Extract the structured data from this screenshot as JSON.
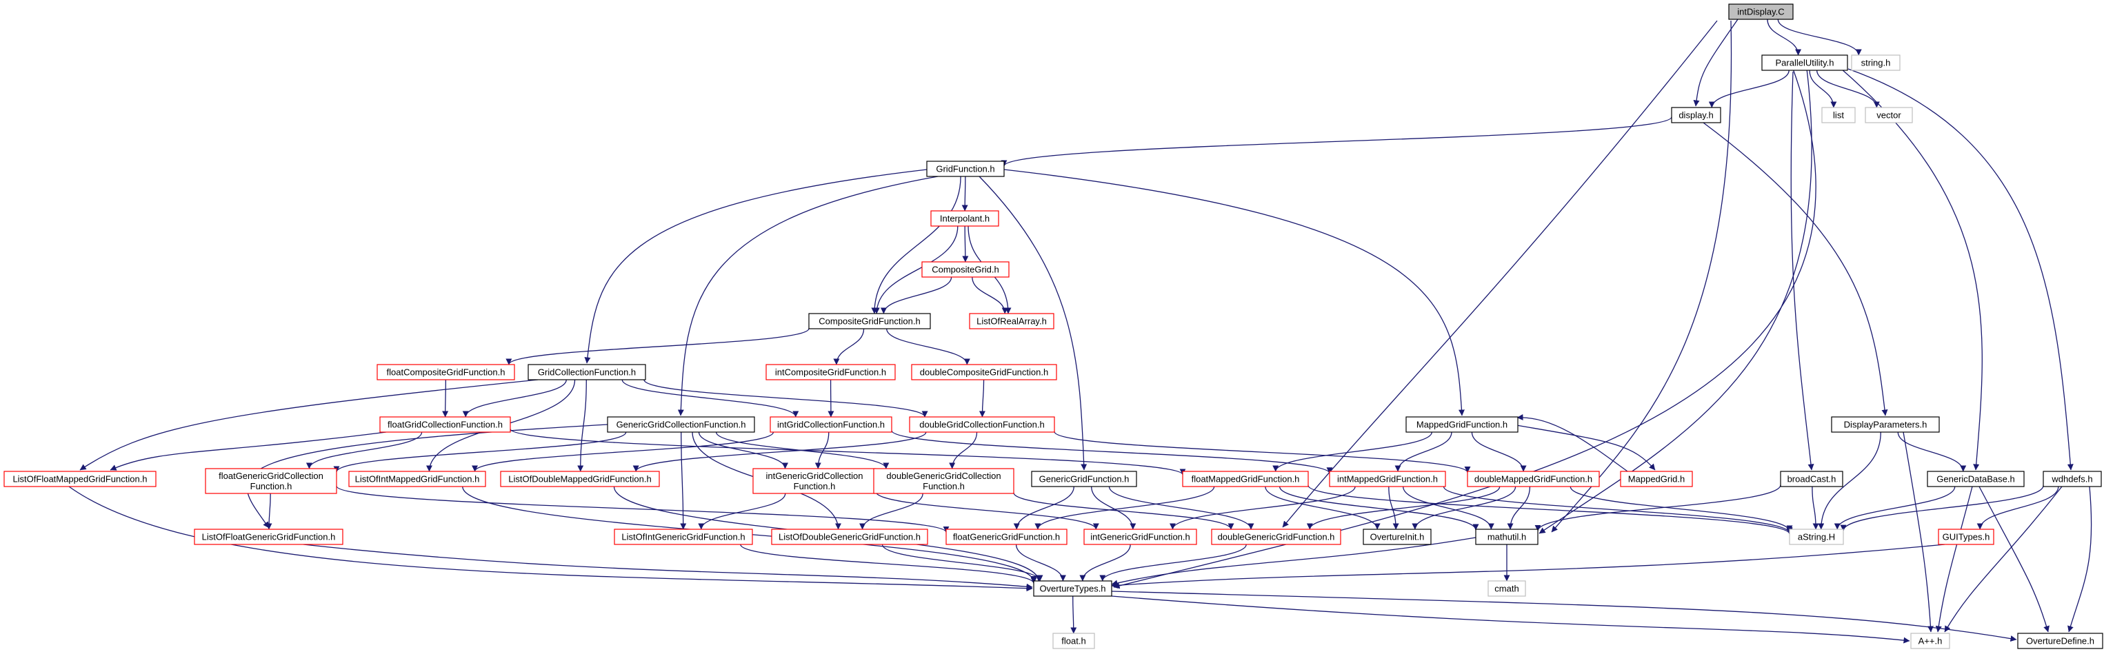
{
  "colors": {
    "edge": "#191970",
    "node_plain_border": "#000000",
    "node_red_border": "#ff0000",
    "node_gray_border": "#bfbfbf",
    "node_root_fill": "#bfbfbf",
    "node_fill": "#ffffff",
    "text": "#000000"
  },
  "nodes": [
    {
      "id": "intDisplay",
      "lines": [
        "intDisplay.C"
      ],
      "style": "root"
    },
    {
      "id": "ParallelUtility",
      "lines": [
        "ParallelUtility.h"
      ],
      "style": "plain"
    },
    {
      "id": "stringh",
      "lines": [
        "string.h"
      ],
      "style": "gray"
    },
    {
      "id": "displayh",
      "lines": [
        "display.h"
      ],
      "style": "plain"
    },
    {
      "id": "listh",
      "lines": [
        "list"
      ],
      "style": "gray"
    },
    {
      "id": "vectorh",
      "lines": [
        "vector"
      ],
      "style": "gray"
    },
    {
      "id": "GridFunction",
      "lines": [
        "GridFunction.h"
      ],
      "style": "plain"
    },
    {
      "id": "Interpolant",
      "lines": [
        "Interpolant.h"
      ],
      "style": "red"
    },
    {
      "id": "CompositeGrid",
      "lines": [
        "CompositeGrid.h"
      ],
      "style": "red"
    },
    {
      "id": "ListOfRealArray",
      "lines": [
        "ListOfRealArray.h"
      ],
      "style": "red"
    },
    {
      "id": "CompositeGridFunction",
      "lines": [
        "CompositeGridFunction.h"
      ],
      "style": "plain"
    },
    {
      "id": "floatCompositeGridFunction",
      "lines": [
        "floatCompositeGridFunction.h"
      ],
      "style": "red"
    },
    {
      "id": "GridCollectionFunction",
      "lines": [
        "GridCollectionFunction.h"
      ],
      "style": "plain"
    },
    {
      "id": "intCompositeGridFunction",
      "lines": [
        "intCompositeGridFunction.h"
      ],
      "style": "red"
    },
    {
      "id": "doubleCompositeGridFunction",
      "lines": [
        "doubleCompositeGridFunction.h"
      ],
      "style": "red"
    },
    {
      "id": "floatGridCollectionFunction",
      "lines": [
        "floatGridCollectionFunction.h"
      ],
      "style": "red"
    },
    {
      "id": "GenericGridCollectionFunction",
      "lines": [
        "GenericGridCollectionFunction.h"
      ],
      "style": "plain"
    },
    {
      "id": "intGridCollectionFunction",
      "lines": [
        "intGridCollectionFunction.h"
      ],
      "style": "red"
    },
    {
      "id": "doubleGridCollectionFunction",
      "lines": [
        "doubleGridCollectionFunction.h"
      ],
      "style": "red"
    },
    {
      "id": "MappedGridFunction",
      "lines": [
        "MappedGridFunction.h"
      ],
      "style": "plain"
    },
    {
      "id": "DisplayParameters",
      "lines": [
        "DisplayParameters.h"
      ],
      "style": "plain"
    },
    {
      "id": "ListOfFloatMappedGridFunction",
      "lines": [
        "ListOfFloatMappedGridFunction.h"
      ],
      "style": "red"
    },
    {
      "id": "floatGenericGridCollectionFunction",
      "lines": [
        "floatGenericGridCollection",
        "Function.h"
      ],
      "style": "red"
    },
    {
      "id": "ListOfIntMappedGridFunction",
      "lines": [
        "ListOfIntMappedGridFunction.h"
      ],
      "style": "red"
    },
    {
      "id": "ListOfDoubleMappedGridFunction",
      "lines": [
        "ListOfDoubleMappedGridFunction.h"
      ],
      "style": "red"
    },
    {
      "id": "intGenericGridCollectionFunction",
      "lines": [
        "intGenericGridCollection",
        "Function.h"
      ],
      "style": "red"
    },
    {
      "id": "doubleGenericGridCollectionFunction",
      "lines": [
        "doubleGenericGridCollection",
        "Function.h"
      ],
      "style": "red"
    },
    {
      "id": "GenericGridFunction",
      "lines": [
        "GenericGridFunction.h"
      ],
      "style": "plain"
    },
    {
      "id": "floatMappedGridFunction",
      "lines": [
        "floatMappedGridFunction.h"
      ],
      "style": "red"
    },
    {
      "id": "intMappedGridFunction",
      "lines": [
        "intMappedGridFunction.h"
      ],
      "style": "red"
    },
    {
      "id": "doubleMappedGridFunction",
      "lines": [
        "doubleMappedGridFunction.h"
      ],
      "style": "red"
    },
    {
      "id": "MappedGrid",
      "lines": [
        "MappedGrid.h"
      ],
      "style": "red"
    },
    {
      "id": "broadCast",
      "lines": [
        "broadCast.h"
      ],
      "style": "plain"
    },
    {
      "id": "GenericDataBase",
      "lines": [
        "GenericDataBase.h"
      ],
      "style": "plain"
    },
    {
      "id": "wdhdefs",
      "lines": [
        "wdhdefs.h"
      ],
      "style": "plain"
    },
    {
      "id": "ListOfFloatGenericGridFunction",
      "lines": [
        "ListOfFloatGenericGridFunction.h"
      ],
      "style": "red"
    },
    {
      "id": "ListOfIntGenericGridFunction",
      "lines": [
        "ListOfIntGenericGridFunction.h"
      ],
      "style": "red"
    },
    {
      "id": "ListOfDoubleGenericGridFunction",
      "lines": [
        "ListOfDoubleGenericGridFunction.h"
      ],
      "style": "red"
    },
    {
      "id": "floatGenericGridFunction",
      "lines": [
        "floatGenericGridFunction.h"
      ],
      "style": "red"
    },
    {
      "id": "intGenericGridFunction",
      "lines": [
        "intGenericGridFunction.h"
      ],
      "style": "red"
    },
    {
      "id": "doubleGenericGridFunction",
      "lines": [
        "doubleGenericGridFunction.h"
      ],
      "style": "red"
    },
    {
      "id": "OvertureInit",
      "lines": [
        "OvertureInit.h"
      ],
      "style": "plain"
    },
    {
      "id": "mathutil",
      "lines": [
        "mathutil.h"
      ],
      "style": "plain"
    },
    {
      "id": "aString",
      "lines": [
        "aString.H"
      ],
      "style": "gray"
    },
    {
      "id": "GUITypes",
      "lines": [
        "GUITypes.h"
      ],
      "style": "red"
    },
    {
      "id": "cmath",
      "lines": [
        "cmath"
      ],
      "style": "gray"
    },
    {
      "id": "OvertureTypes",
      "lines": [
        "OvertureTypes.h"
      ],
      "style": "plain"
    },
    {
      "id": "floath",
      "lines": [
        "float.h"
      ],
      "style": "gray"
    },
    {
      "id": "Appph",
      "lines": [
        "A++.h"
      ],
      "style": "gray"
    },
    {
      "id": "OvertureDefine",
      "lines": [
        "OvertureDefine.h"
      ],
      "style": "plain"
    }
  ],
  "edges": [
    [
      "intDisplay",
      "ParallelUtility"
    ],
    [
      "intDisplay",
      "stringh"
    ],
    [
      "intDisplay",
      "displayh"
    ],
    [
      "intDisplay",
      "mathutil"
    ],
    [
      "intDisplay",
      "doubleGenericGridFunction"
    ],
    [
      "ParallelUtility",
      "displayh"
    ],
    [
      "ParallelUtility",
      "listh"
    ],
    [
      "ParallelUtility",
      "vectorh"
    ],
    [
      "ParallelUtility",
      "broadCast"
    ],
    [
      "ParallelUtility",
      "GenericDataBase"
    ],
    [
      "ParallelUtility",
      "wdhdefs"
    ],
    [
      "ParallelUtility",
      "OvertureTypes"
    ],
    [
      "ParallelUtility",
      "mathutil"
    ],
    [
      "displayh",
      "GridFunction"
    ],
    [
      "displayh",
      "DisplayParameters"
    ],
    [
      "GridFunction",
      "Interpolant"
    ],
    [
      "GridFunction",
      "CompositeGridFunction"
    ],
    [
      "GridFunction",
      "GridCollectionFunction"
    ],
    [
      "GridFunction",
      "GenericGridCollectionFunction"
    ],
    [
      "GridFunction",
      "GenericGridFunction"
    ],
    [
      "GridFunction",
      "MappedGridFunction"
    ],
    [
      "Interpolant",
      "CompositeGrid"
    ],
    [
      "Interpolant",
      "ListOfRealArray"
    ],
    [
      "Interpolant",
      "CompositeGridFunction"
    ],
    [
      "CompositeGrid",
      "ListOfRealArray"
    ],
    [
      "CompositeGrid",
      "CompositeGridFunction"
    ],
    [
      "CompositeGridFunction",
      "floatCompositeGridFunction"
    ],
    [
      "CompositeGridFunction",
      "intCompositeGridFunction"
    ],
    [
      "CompositeGridFunction",
      "doubleCompositeGridFunction"
    ],
    [
      "floatCompositeGridFunction",
      "floatGridCollectionFunction"
    ],
    [
      "intCompositeGridFunction",
      "intGridCollectionFunction"
    ],
    [
      "doubleCompositeGridFunction",
      "doubleGridCollectionFunction"
    ],
    [
      "GridCollectionFunction",
      "floatGridCollectionFunction"
    ],
    [
      "GridCollectionFunction",
      "intGridCollectionFunction"
    ],
    [
      "GridCollectionFunction",
      "doubleGridCollectionFunction"
    ],
    [
      "GridCollectionFunction",
      "ListOfFloatMappedGridFunction"
    ],
    [
      "GridCollectionFunction",
      "ListOfIntMappedGridFunction"
    ],
    [
      "GridCollectionFunction",
      "ListOfDoubleMappedGridFunction"
    ],
    [
      "floatGridCollectionFunction",
      "ListOfFloatMappedGridFunction"
    ],
    [
      "floatGridCollectionFunction",
      "floatGenericGridCollectionFunction"
    ],
    [
      "floatGridCollectionFunction",
      "floatMappedGridFunction"
    ],
    [
      "intGridCollectionFunction",
      "intGenericGridCollectionFunction"
    ],
    [
      "intGridCollectionFunction",
      "ListOfIntMappedGridFunction"
    ],
    [
      "intGridCollectionFunction",
      "intMappedGridFunction"
    ],
    [
      "doubleGridCollectionFunction",
      "doubleGenericGridCollectionFunction"
    ],
    [
      "doubleGridCollectionFunction",
      "ListOfDoubleMappedGridFunction"
    ],
    [
      "doubleGridCollectionFunction",
      "doubleMappedGridFunction"
    ],
    [
      "GenericGridCollectionFunction",
      "floatGenericGridCollectionFunction"
    ],
    [
      "GenericGridCollectionFunction",
      "intGenericGridCollectionFunction"
    ],
    [
      "GenericGridCollectionFunction",
      "doubleGenericGridCollectionFunction"
    ],
    [
      "GenericGridCollectionFunction",
      "ListOfFloatGenericGridFunction"
    ],
    [
      "GenericGridCollectionFunction",
      "ListOfIntGenericGridFunction"
    ],
    [
      "GenericGridCollectionFunction",
      "ListOfDoubleGenericGridFunction"
    ],
    [
      "floatGenericGridCollectionFunction",
      "ListOfFloatGenericGridFunction"
    ],
    [
      "floatGenericGridCollectionFunction",
      "floatGenericGridFunction"
    ],
    [
      "intGenericGridCollectionFunction",
      "ListOfIntGenericGridFunction"
    ],
    [
      "intGenericGridCollectionFunction",
      "intGenericGridFunction"
    ],
    [
      "doubleGenericGridCollectionFunction",
      "ListOfDoubleGenericGridFunction"
    ],
    [
      "doubleGenericGridCollectionFunction",
      "doubleGenericGridFunction"
    ],
    [
      "GenericGridFunction",
      "floatGenericGridFunction"
    ],
    [
      "GenericGridFunction",
      "intGenericGridFunction"
    ],
    [
      "GenericGridFunction",
      "doubleGenericGridFunction"
    ],
    [
      "MappedGridFunction",
      "floatMappedGridFunction"
    ],
    [
      "MappedGridFunction",
      "intMappedGridFunction"
    ],
    [
      "MappedGridFunction",
      "doubleMappedGridFunction"
    ],
    [
      "MappedGridFunction",
      "MappedGrid"
    ],
    [
      "MappedGrid",
      "MappedGridFunction"
    ],
    [
      "floatMappedGridFunction",
      "floatGenericGridFunction"
    ],
    [
      "floatMappedGridFunction",
      "OvertureInit"
    ],
    [
      "floatMappedGridFunction",
      "mathutil"
    ],
    [
      "floatMappedGridFunction",
      "aString"
    ],
    [
      "intMappedGridFunction",
      "intGenericGridFunction"
    ],
    [
      "intMappedGridFunction",
      "OvertureInit"
    ],
    [
      "intMappedGridFunction",
      "mathutil"
    ],
    [
      "intMappedGridFunction",
      "aString"
    ],
    [
      "doubleMappedGridFunction",
      "doubleGenericGridFunction"
    ],
    [
      "doubleMappedGridFunction",
      "OvertureInit"
    ],
    [
      "doubleMappedGridFunction",
      "mathutil"
    ],
    [
      "doubleMappedGridFunction",
      "aString"
    ],
    [
      "DisplayParameters",
      "GenericDataBase"
    ],
    [
      "DisplayParameters",
      "aString"
    ],
    [
      "DisplayParameters",
      "Appph"
    ],
    [
      "broadCast",
      "mathutil"
    ],
    [
      "broadCast",
      "aString"
    ],
    [
      "GenericDataBase",
      "aString"
    ],
    [
      "GenericDataBase",
      "Appph"
    ],
    [
      "GenericDataBase",
      "OvertureDefine"
    ],
    [
      "wdhdefs",
      "GUITypes"
    ],
    [
      "wdhdefs",
      "aString"
    ],
    [
      "wdhdefs",
      "Appph"
    ],
    [
      "wdhdefs",
      "OvertureDefine"
    ],
    [
      "GUITypes",
      "OvertureTypes"
    ],
    [
      "ListOfFloatMappedGridFunction",
      "OvertureTypes"
    ],
    [
      "ListOfIntMappedGridFunction",
      "OvertureTypes"
    ],
    [
      "ListOfDoubleMappedGridFunction",
      "OvertureTypes"
    ],
    [
      "ListOfFloatGenericGridFunction",
      "OvertureTypes"
    ],
    [
      "ListOfIntGenericGridFunction",
      "OvertureTypes"
    ],
    [
      "ListOfDoubleGenericGridFunction",
      "OvertureTypes"
    ],
    [
      "floatGenericGridFunction",
      "OvertureTypes"
    ],
    [
      "intGenericGridFunction",
      "OvertureTypes"
    ],
    [
      "doubleGenericGridFunction",
      "OvertureTypes"
    ],
    [
      "mathutil",
      "OvertureTypes"
    ],
    [
      "mathutil",
      "cmath"
    ],
    [
      "OvertureTypes",
      "floath"
    ],
    [
      "OvertureTypes",
      "Appph"
    ],
    [
      "OvertureTypes",
      "OvertureDefine"
    ]
  ]
}
